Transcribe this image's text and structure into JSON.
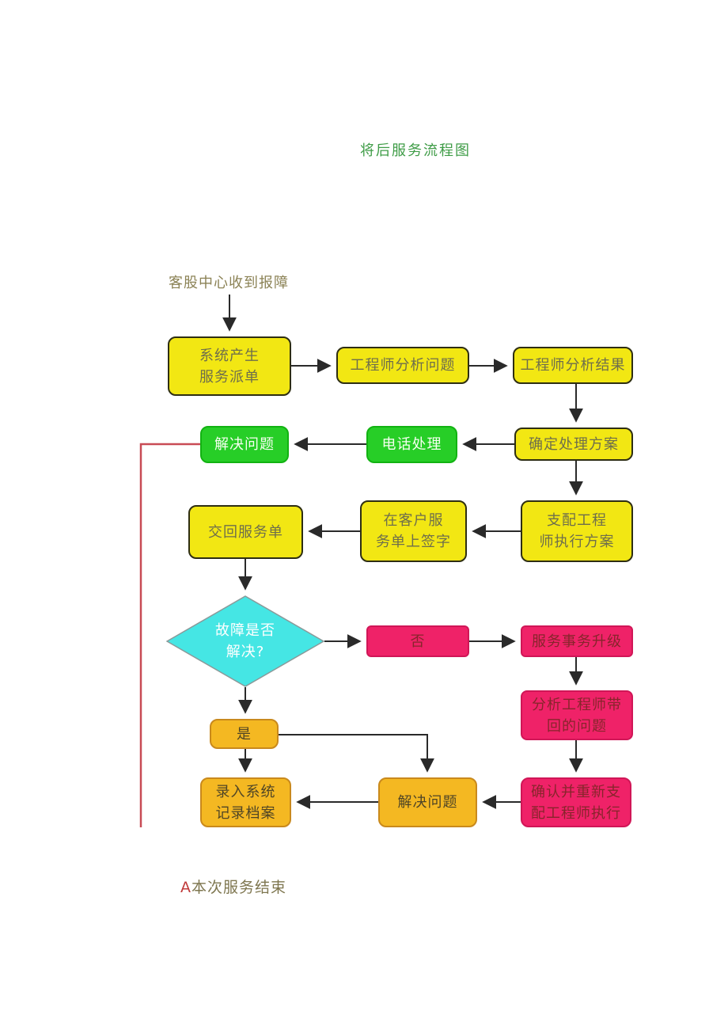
{
  "title": "将后服务流程图",
  "start_label": "客股中心收到报障",
  "end_label": {
    "prefix": "A",
    "text": "本次服务结束"
  },
  "nodes": {
    "create_order": {
      "label": "系统产生\n服务派单",
      "shape": "rounded-rect",
      "color": "#f2e713"
    },
    "analyze_problem": {
      "label": "工程师分析问题",
      "shape": "rounded-rect",
      "color": "#f2e713"
    },
    "analyze_result": {
      "label": "工程师分析结果",
      "shape": "rounded-rect",
      "color": "#f2e713"
    },
    "solve_problem": {
      "label": "解决问题",
      "shape": "rounded-rect",
      "color": "#27ce27"
    },
    "phone_handle": {
      "label": "电话处理",
      "shape": "rounded-rect",
      "color": "#27ce27"
    },
    "confirm_plan": {
      "label": "确定处理方案",
      "shape": "rounded-rect",
      "color": "#f2e713"
    },
    "return_order": {
      "label": "交回服务单",
      "shape": "rounded-rect",
      "color": "#f2e713"
    },
    "sign_order": {
      "label": "在客户服\n务单上签字",
      "shape": "rounded-rect",
      "color": "#f2e713"
    },
    "assign_engineer": {
      "label": "支配工程\n师执行方案",
      "shape": "rounded-rect",
      "color": "#f2e713"
    },
    "fault_resolved": {
      "label": "故障是否\n解决?",
      "shape": "diamond",
      "color": "#45e6e4"
    },
    "no_branch": {
      "label": "否",
      "shape": "rect",
      "color": "#ef2268"
    },
    "escalate": {
      "label": "服务事务升级",
      "shape": "rect",
      "color": "#ef2268"
    },
    "analyze_return": {
      "label": "分析工程师带\n回的问题",
      "shape": "rect",
      "color": "#ef2268"
    },
    "yes_branch": {
      "label": "是",
      "shape": "rounded-rect",
      "color": "#f4b822"
    },
    "record_archive": {
      "label": "录入系统\n记录档案",
      "shape": "rounded-rect",
      "color": "#f4b822"
    },
    "solve_problem_2": {
      "label": "解决问题",
      "shape": "rounded-rect",
      "color": "#f4b822"
    },
    "reassign": {
      "label": "确认并重新支\n配工程师执行",
      "shape": "rounded-rect",
      "color": "#ef2268"
    }
  },
  "edges": [
    {
      "from": "start_label",
      "to": "create_order"
    },
    {
      "from": "create_order",
      "to": "analyze_problem"
    },
    {
      "from": "analyze_problem",
      "to": "analyze_result"
    },
    {
      "from": "analyze_result",
      "to": "confirm_plan"
    },
    {
      "from": "confirm_plan",
      "to": "phone_handle"
    },
    {
      "from": "phone_handle",
      "to": "solve_problem"
    },
    {
      "from": "solve_problem",
      "to": "feedback-red-line"
    },
    {
      "from": "confirm_plan",
      "to": "assign_engineer"
    },
    {
      "from": "assign_engineer",
      "to": "sign_order"
    },
    {
      "from": "sign_order",
      "to": "return_order"
    },
    {
      "from": "return_order",
      "to": "fault_resolved"
    },
    {
      "from": "fault_resolved",
      "to": "no_branch"
    },
    {
      "from": "no_branch",
      "to": "escalate"
    },
    {
      "from": "escalate",
      "to": "analyze_return"
    },
    {
      "from": "analyze_return",
      "to": "reassign"
    },
    {
      "from": "fault_resolved",
      "to": "yes_branch"
    },
    {
      "from": "yes_branch",
      "to": "record_archive"
    },
    {
      "from": "yes_branch",
      "to": "solve_problem_2"
    },
    {
      "from": "reassign",
      "to": "solve_problem_2"
    },
    {
      "from": "solve_problem_2",
      "to": "record_archive"
    }
  ],
  "colors": {
    "process_yellow": "#f2e713",
    "process_green": "#27ce27",
    "decision_cyan": "#45e6e4",
    "alert_pink": "#ef2268",
    "action_orange": "#f4b822",
    "arrow_black": "#2a2a2a",
    "feedback_red": "#c84b55",
    "title_green": "#3f9c47",
    "label_olive": "#8b8255"
  }
}
